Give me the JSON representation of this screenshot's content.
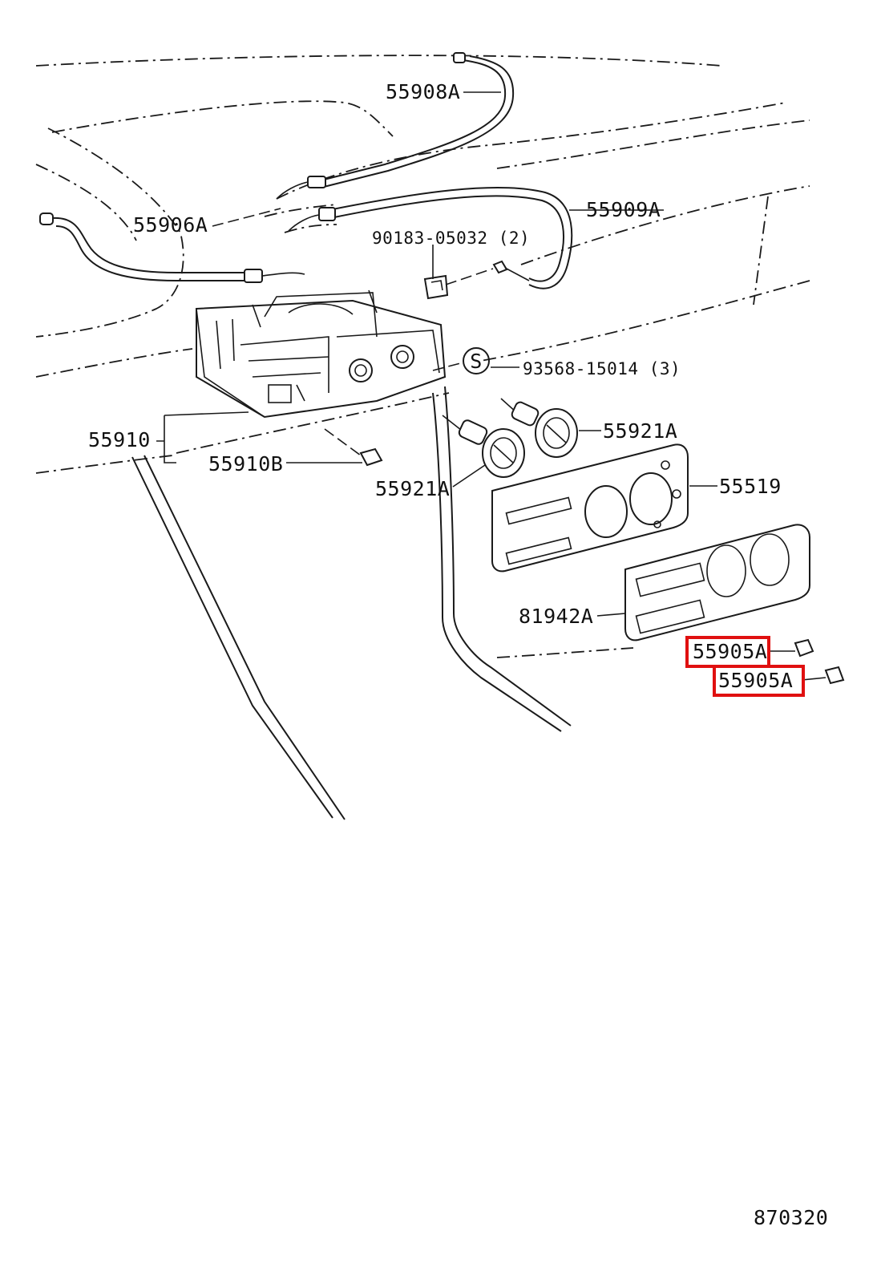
{
  "diagram": {
    "callouts": {
      "c55908A": "55908A",
      "c55909A": "55909A",
      "c55906A": "55906A",
      "c90183": "90183-05032 (2)",
      "c93568": "93568-15014 (3)",
      "c55910": "55910",
      "c55910B": "55910B",
      "c55921A_upper": "55921A",
      "c55921A_lower": "55921A",
      "c55519": "55519",
      "c81942A": "81942A",
      "c55905A_upper": "55905A",
      "c55905A_lower": "55905A"
    },
    "screw_symbol": "S",
    "figure_number": "870320",
    "highlighted_parts": [
      "55905A",
      "55905A"
    ],
    "highlight_color": "#e01010"
  }
}
